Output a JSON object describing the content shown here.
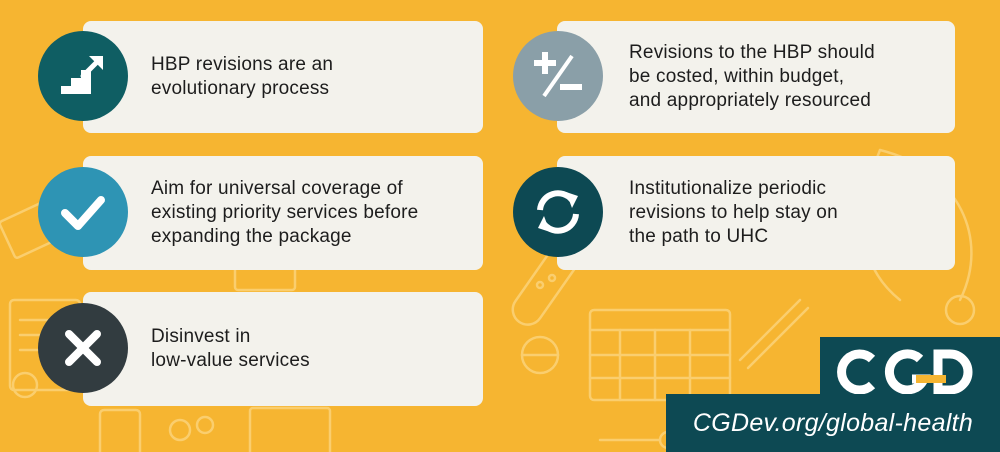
{
  "colors": {
    "background": "#f6b531",
    "card": "#f3f2ec",
    "teal_dark": "#0f5e63",
    "slate_gray": "#8a9fa8",
    "sky_blue": "#2e94b4",
    "navy_teal": "#0d4953",
    "charcoal": "#323c40",
    "logo_accent": "#f6b531"
  },
  "cards": [
    {
      "text": "HBP revisions are an\nevolutionary process",
      "icon": "stairs-arrow-up-icon"
    },
    {
      "text": "Revisions to the HBP should\nbe costed, within budget,\nand appropriately resourced",
      "icon": "plus-minus-icon"
    },
    {
      "text": "Aim for universal coverage of\nexisting priority services before\nexpanding the package",
      "icon": "checkmark-icon"
    },
    {
      "text": "Institutionalize periodic\nrevisions to help stay on\nthe path to UHC",
      "icon": "refresh-cycle-icon"
    },
    {
      "text": "Disinvest in\nlow-value services",
      "icon": "x-mark-icon"
    }
  ],
  "brand": {
    "logo_text": "CGD",
    "url": "CGDev.org/global-health"
  }
}
